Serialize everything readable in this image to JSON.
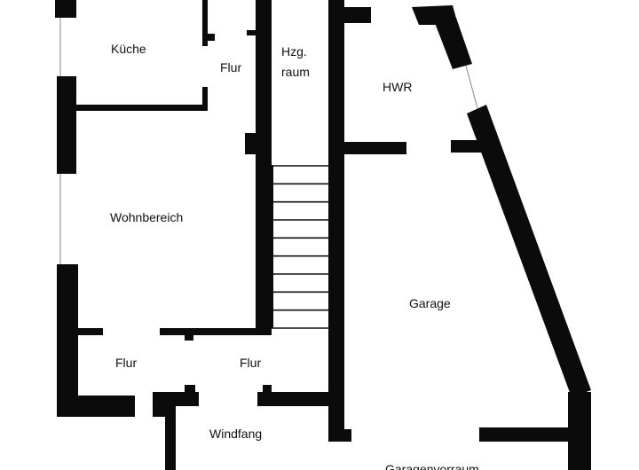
{
  "rooms": {
    "kueche": "Küche",
    "flur_upper": "Flur",
    "heating_line1": "Hzg.",
    "heating_line2": "raum",
    "hwr": "HWR",
    "wohnbereich": "Wohnbereich",
    "garage": "Garage",
    "flur_lower_left": "Flur",
    "flur_lower_right": "Flur",
    "windfang": "Windfang",
    "garagenvorraum": "Garagenvorraum"
  },
  "staircase": {
    "step_count": 10
  },
  "colors": {
    "wall": "#0b0b0b",
    "window_line": "#8a8a8a",
    "background": "#ffffff"
  }
}
